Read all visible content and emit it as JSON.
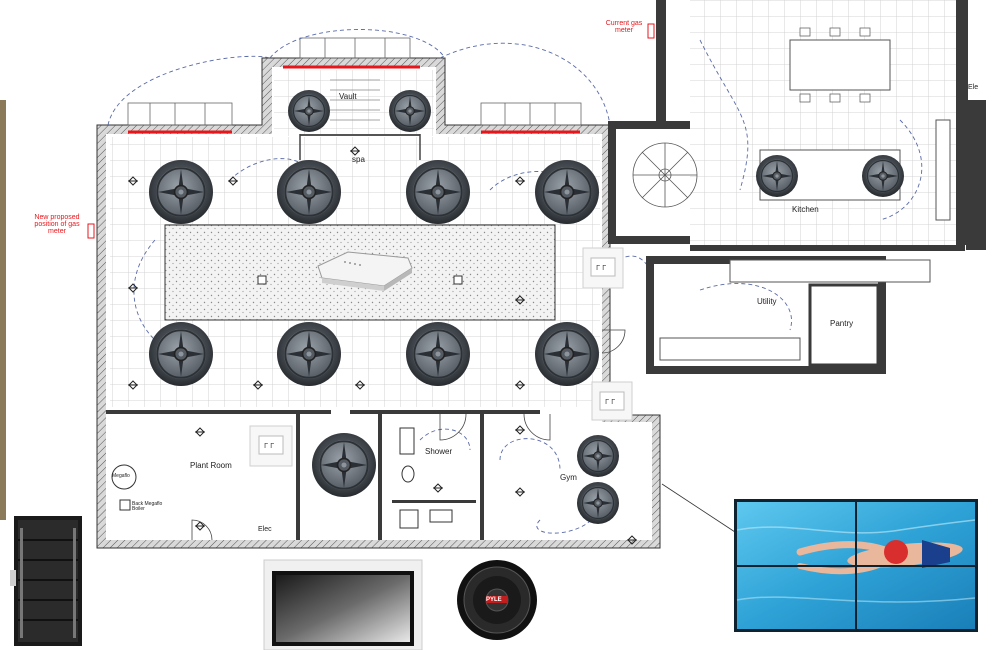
{
  "annotations": {
    "gas_meter_current": "Current gas meter",
    "gas_meter_proposed": "New proposed position of gas meter"
  },
  "rooms": {
    "vault": "Vault",
    "spa": "spa",
    "plant_room": "Plant Room",
    "shower": "Shower",
    "gym": "Gym",
    "kitchen": "Kitchen",
    "utility": "Utility",
    "pantry": "Pantry",
    "elec": "Elec",
    "ele": "Ele"
  },
  "equipment": {
    "megaflo": "Megaflo",
    "boiler": "Back Megaflo Boiler"
  },
  "product_images": {
    "subwoofer_brand": "PYLE"
  },
  "colors": {
    "wall": "#3a3a3a",
    "annotation_red": "#e8161b",
    "wiring": "#5a6aa8",
    "pool_water": "#2fa6d8"
  },
  "icons": [
    "ceiling-speaker-icon",
    "wireless-access-point-icon",
    "wall-keypad-icon",
    "av-rack-icon",
    "tv-screen-icon",
    "subwoofer-icon",
    "video-wall-icon"
  ]
}
